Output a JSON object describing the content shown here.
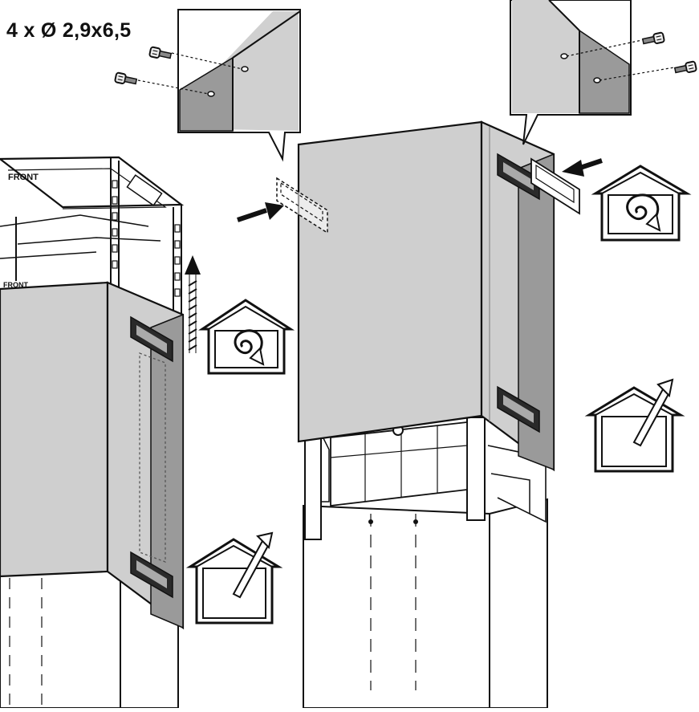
{
  "screw_spec": "4 x Ø 2,9x6,5",
  "labels": {
    "front_top": "FRONT",
    "front_lower": "FRONT"
  },
  "icons": [
    "recirculation-mode-icon",
    "extraction-mode-icon",
    "screw-icon",
    "push-arrow-icon",
    "lift-arrow-icon"
  ],
  "colors": {
    "panel": "#cfcfcf",
    "panel_dark": "#9a9a9a",
    "line": "#1a1a1a",
    "background": "#ffffff"
  }
}
